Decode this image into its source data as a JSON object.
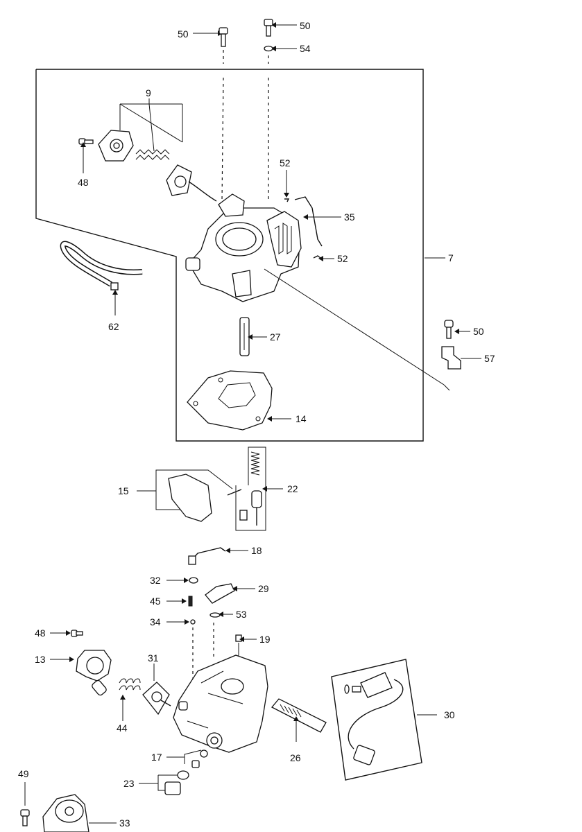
{
  "callouts": [
    {
      "id": "c50a",
      "text": "50"
    },
    {
      "id": "c50b",
      "text": "50"
    },
    {
      "id": "c54",
      "text": "54"
    },
    {
      "id": "c9",
      "text": "9"
    },
    {
      "id": "c48a",
      "text": "48"
    },
    {
      "id": "c52a",
      "text": "52"
    },
    {
      "id": "c35",
      "text": "35"
    },
    {
      "id": "c52b",
      "text": "52"
    },
    {
      "id": "c7",
      "text": "7"
    },
    {
      "id": "c62",
      "text": "62"
    },
    {
      "id": "c27",
      "text": "27"
    },
    {
      "id": "c50c",
      "text": "50"
    },
    {
      "id": "c57",
      "text": "57"
    },
    {
      "id": "c14",
      "text": "14"
    },
    {
      "id": "c15",
      "text": "15"
    },
    {
      "id": "c22",
      "text": "22"
    },
    {
      "id": "c18",
      "text": "18"
    },
    {
      "id": "c32",
      "text": "32"
    },
    {
      "id": "c29",
      "text": "29"
    },
    {
      "id": "c45",
      "text": "45"
    },
    {
      "id": "c34",
      "text": "34"
    },
    {
      "id": "c53",
      "text": "53"
    },
    {
      "id": "c48b",
      "text": "48"
    },
    {
      "id": "c19",
      "text": "19"
    },
    {
      "id": "c13",
      "text": "13"
    },
    {
      "id": "c31",
      "text": "31"
    },
    {
      "id": "c44",
      "text": "44"
    },
    {
      "id": "c30",
      "text": "30"
    },
    {
      "id": "c26",
      "text": "26"
    },
    {
      "id": "c17",
      "text": "17"
    },
    {
      "id": "c23",
      "text": "23"
    },
    {
      "id": "c49",
      "text": "49"
    },
    {
      "id": "c33",
      "text": "33"
    }
  ]
}
